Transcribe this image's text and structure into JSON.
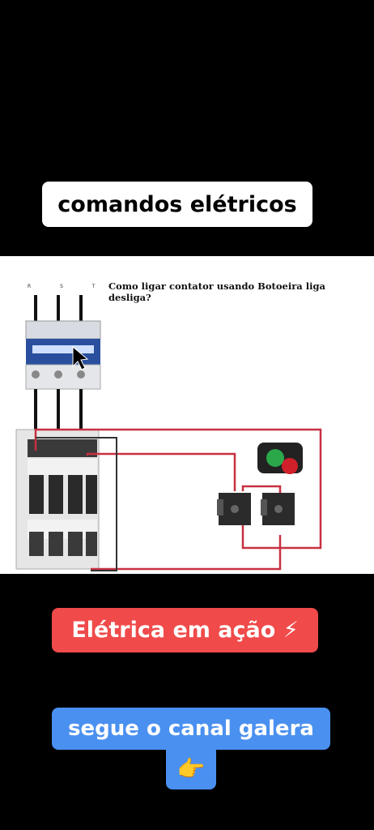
{
  "captions": {
    "top": "comandos elétricos",
    "middle": "Elétrica em ação ⚡",
    "bottom_line1": "segue o canal galera",
    "bottom_line2": "👉"
  },
  "diagram": {
    "title": "Como ligar contator usando Botoeira liga desliga?",
    "terminal_labels": "R S T"
  },
  "colors": {
    "caption_red": "#f04a4a",
    "caption_blue": "#4a90f0",
    "wire_red": "#c83040",
    "breaker_blue": "#2a4f9e",
    "button_green": "#2aa84a",
    "button_red": "#d0202a"
  }
}
